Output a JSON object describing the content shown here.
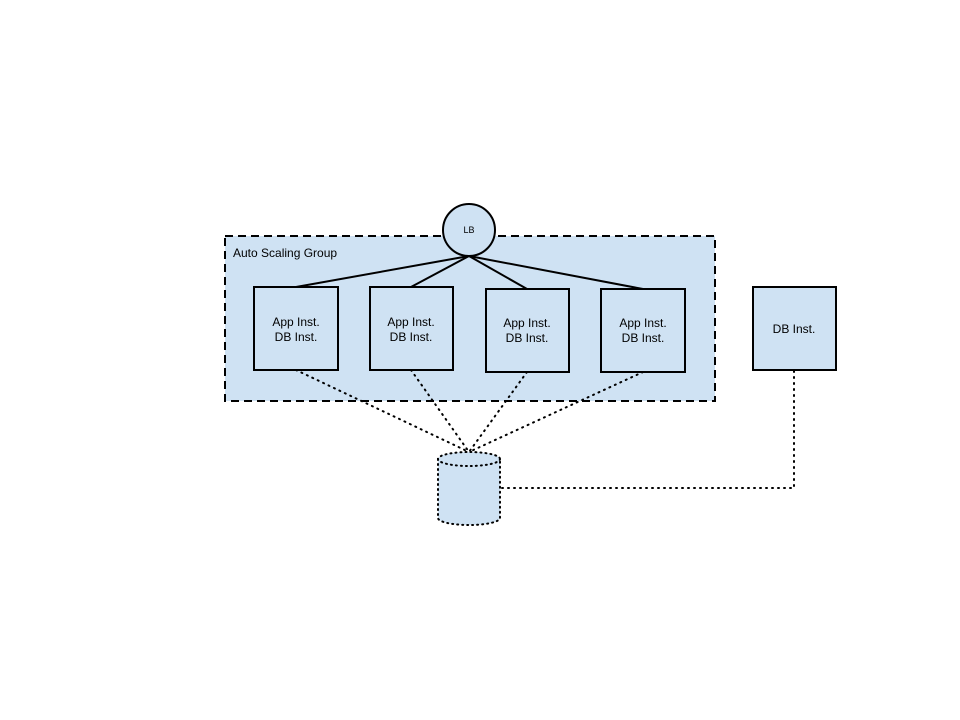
{
  "diagram": {
    "group": {
      "label": "Auto Scaling Group"
    },
    "load_balancer": {
      "label": "LB"
    },
    "instances": [
      {
        "line1": "App Inst.",
        "line2": "DB Inst."
      },
      {
        "line1": "App Inst.",
        "line2": "DB Inst."
      },
      {
        "line1": "App Inst.",
        "line2": "DB Inst."
      },
      {
        "line1": "App Inst.",
        "line2": "DB Inst."
      }
    ],
    "standalone_db": {
      "label": "DB Inst."
    },
    "colors": {
      "fill": "#cfe2f3",
      "stroke": "#000000"
    }
  }
}
